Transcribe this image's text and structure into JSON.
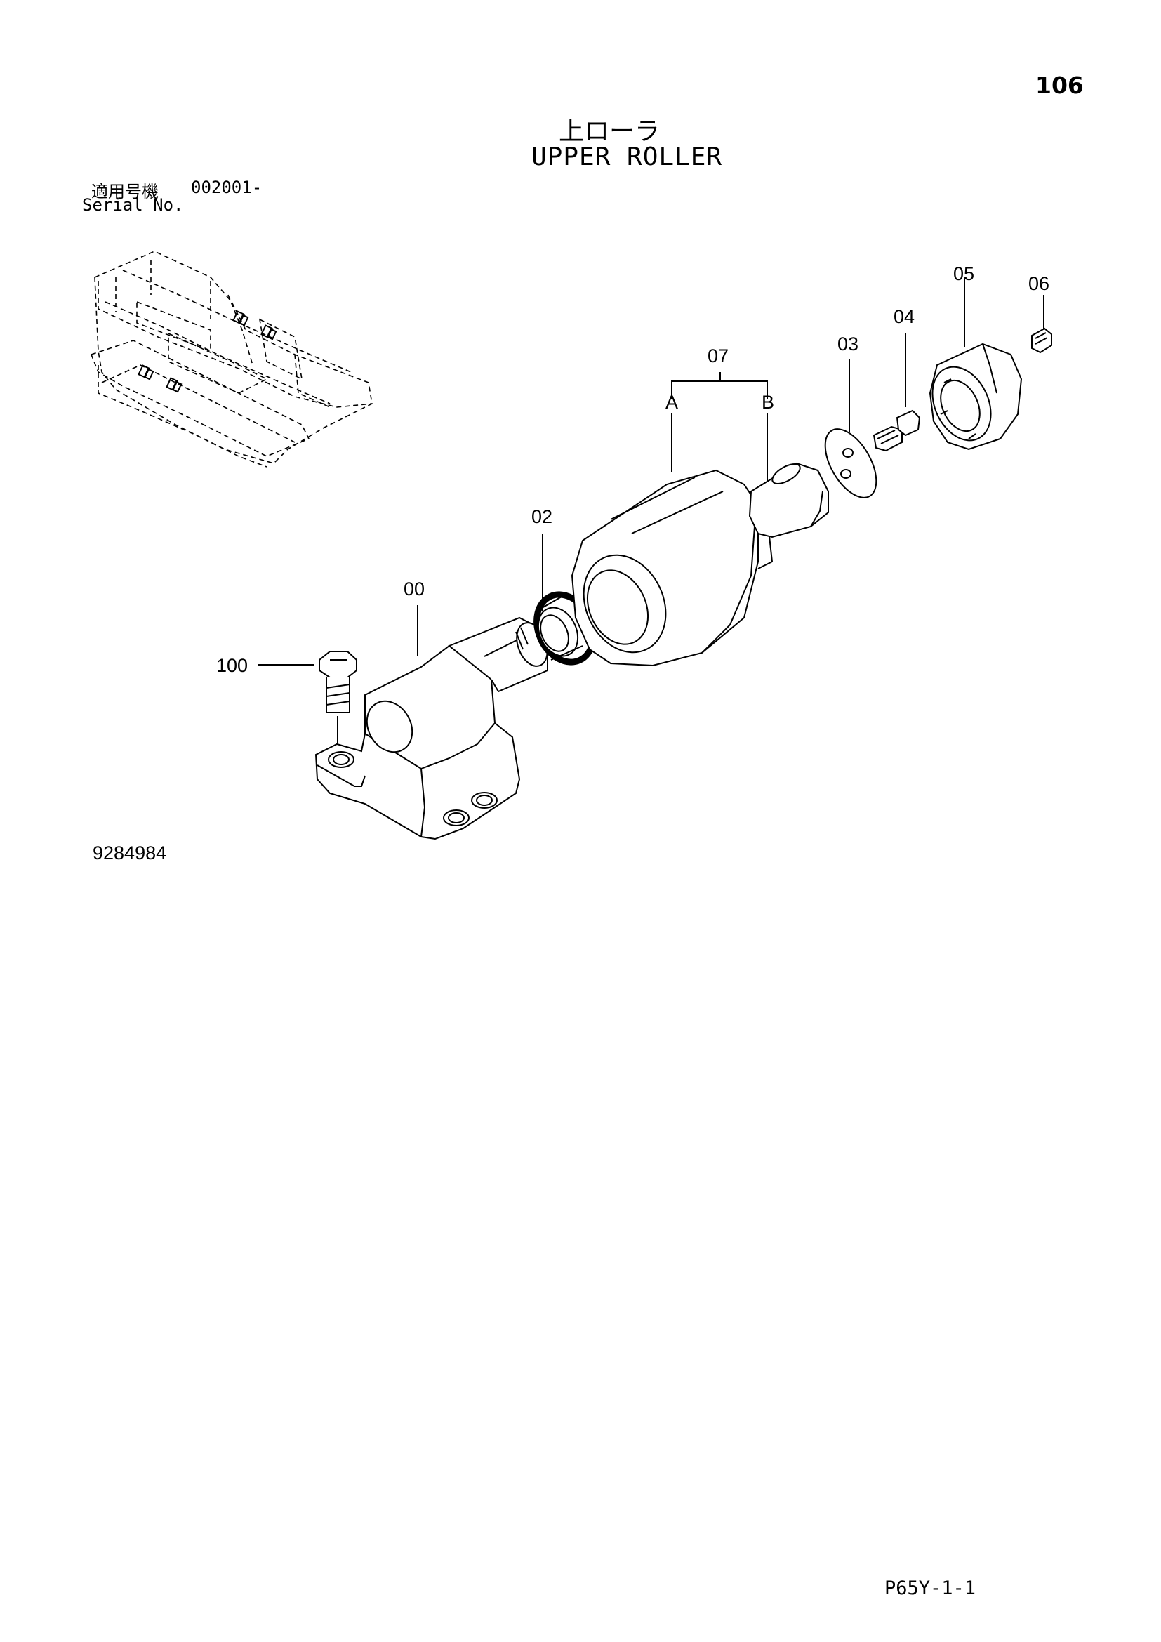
{
  "header": {
    "page_number": "106",
    "title_jp": "上ローラ",
    "title_en": "UPPER ROLLER"
  },
  "serial": {
    "label_jp": "適用号機",
    "value": "002001-",
    "label_en": "Serial No."
  },
  "callouts": {
    "c00": "00",
    "c02": "02",
    "c03": "03",
    "c04": "04",
    "c05": "05",
    "c06": "06",
    "c07": "07",
    "cA": "A",
    "cB": "B",
    "c100": "100"
  },
  "diagram_number": "9284984",
  "footer": {
    "page_code": "P65Y-1-1"
  }
}
